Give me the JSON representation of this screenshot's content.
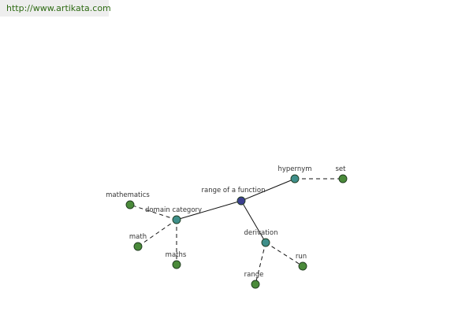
{
  "header": {
    "url": "http://www.artikata.com"
  },
  "colors": {
    "root": "#3c3f8f",
    "relation": "#3f8f8a",
    "leaf": "#4a8a3a",
    "url_text": "#2d6a12"
  },
  "graph": {
    "nodes": [
      {
        "id": "root",
        "label": "range of a function",
        "kind": "root"
      },
      {
        "id": "hypernym",
        "label": "hypernym",
        "kind": "relation"
      },
      {
        "id": "set",
        "label": "set",
        "kind": "leaf"
      },
      {
        "id": "domain_category",
        "label": "domain category",
        "kind": "relation"
      },
      {
        "id": "mathematics",
        "label": "mathematics",
        "kind": "leaf"
      },
      {
        "id": "math",
        "label": "math",
        "kind": "leaf"
      },
      {
        "id": "maths",
        "label": "maths",
        "kind": "leaf"
      },
      {
        "id": "derivation",
        "label": "derivation",
        "kind": "relation"
      },
      {
        "id": "range",
        "label": "range",
        "kind": "leaf"
      },
      {
        "id": "run",
        "label": "run",
        "kind": "leaf"
      }
    ],
    "edges": [
      {
        "from": "root",
        "to": "hypernym",
        "style": "solid"
      },
      {
        "from": "root",
        "to": "domain_category",
        "style": "solid"
      },
      {
        "from": "root",
        "to": "derivation",
        "style": "solid"
      },
      {
        "from": "hypernym",
        "to": "set",
        "style": "dashed"
      },
      {
        "from": "domain_category",
        "to": "mathematics",
        "style": "dashed"
      },
      {
        "from": "domain_category",
        "to": "math",
        "style": "dashed"
      },
      {
        "from": "domain_category",
        "to": "maths",
        "style": "dashed"
      },
      {
        "from": "derivation",
        "to": "range",
        "style": "dashed"
      },
      {
        "from": "derivation",
        "to": "run",
        "style": "dashed"
      }
    ]
  }
}
